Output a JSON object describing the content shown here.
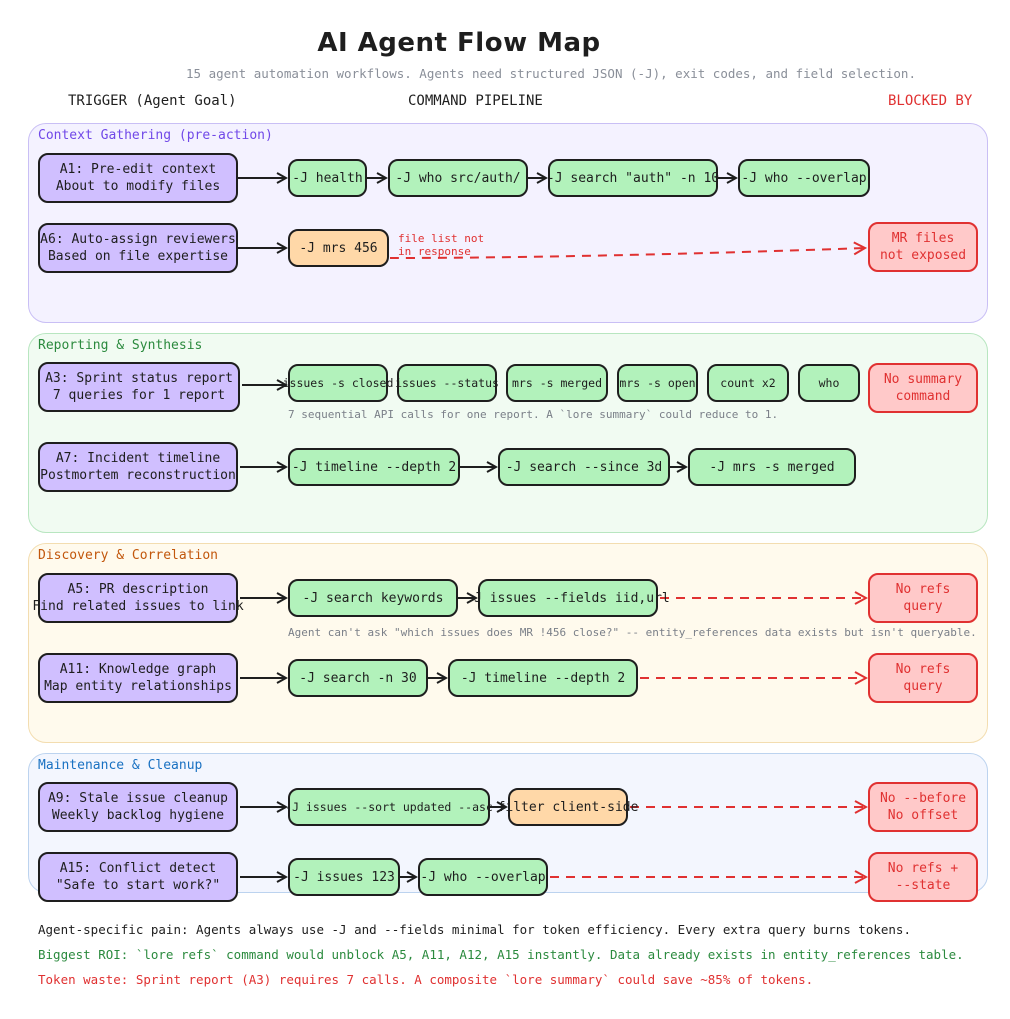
{
  "title": "AI Agent Flow Map",
  "subtitle": "15 agent automation workflows. Agents need structured JSON (-J), exit codes, and field selection.",
  "columns": {
    "trigger": "TRIGGER (Agent Goal)",
    "pipeline": "COMMAND PIPELINE",
    "blocked": "BLOCKED BY"
  },
  "colors": {
    "context": "#7048e8",
    "reporting": "#2b8a3e",
    "discovery": "#c2570c",
    "maintenance": "#1971c2",
    "blocked": "#e03131"
  },
  "sections": {
    "context": {
      "label": "Context Gathering (pre-action)"
    },
    "reporting": {
      "label": "Reporting & Synthesis"
    },
    "discovery": {
      "label": "Discovery & Correlation"
    },
    "maintenance": {
      "label": "Maintenance & Cleanup"
    }
  },
  "flows": {
    "a1": {
      "line1": "A1: Pre-edit context",
      "line2": "About to modify files",
      "cmds": [
        "-J health",
        "-J who src/auth/",
        "-J search \"auth\" -n 10",
        "-J who --overlap"
      ]
    },
    "a6": {
      "line1": "A6: Auto-assign reviewers",
      "line2": "Based on file expertise",
      "cmds": [
        "-J mrs 456"
      ],
      "edge_label1": "file list not",
      "edge_label2": "in response",
      "blocked1": "MR files",
      "blocked2": "not exposed"
    },
    "a3": {
      "line1": "A3: Sprint status report",
      "line2": "7 queries for 1 report",
      "cmds": [
        "issues -s closed",
        "issues --status",
        "mrs -s merged",
        "mrs -s open",
        "count x2",
        "who"
      ],
      "blocked1": "No summary",
      "blocked2": "command",
      "note": "7 sequential API calls for one report. A `lore summary` could reduce to 1."
    },
    "a7": {
      "line1": "A7: Incident timeline",
      "line2": "Postmortem reconstruction",
      "cmds": [
        "-J timeline --depth 2",
        "-J search --since 3d",
        "-J mrs -s merged"
      ]
    },
    "a5": {
      "line1": "A5: PR description",
      "line2": "Find related issues to link",
      "cmds": [
        "-J search keywords",
        "-J issues --fields iid,url"
      ],
      "blocked1": "No refs",
      "blocked2": "query",
      "note": "Agent can't ask \"which issues does MR !456 close?\" -- entity_references data exists but isn't queryable."
    },
    "a11": {
      "line1": "A11: Knowledge graph",
      "line2": "Map entity relationships",
      "cmds": [
        "-J search -n 30",
        "-J timeline --depth 2"
      ],
      "blocked1": "No refs",
      "blocked2": "query"
    },
    "a9": {
      "line1": "A9: Stale issue cleanup",
      "line2": "Weekly backlog hygiene",
      "cmds": [
        "-J issues --sort updated --asc",
        "filter client-side"
      ],
      "blocked1": "No --before",
      "blocked2": "No offset"
    },
    "a15": {
      "line1": "A15: Conflict detect",
      "line2": "\"Safe to start work?\"",
      "cmds": [
        "-J issues 123",
        "-J who --overlap"
      ],
      "blocked1": "No refs +",
      "blocked2": "--state"
    }
  },
  "footer": {
    "line1": "Agent-specific pain: Agents always use -J and --fields minimal for token efficiency. Every extra query burns tokens.",
    "line2": "Biggest ROI: `lore refs` command would unblock A5, A11, A12, A15 instantly. Data already exists in entity_references table.",
    "line3": "Token waste: Sprint report (A3) requires 7 calls. A composite `lore summary` could save ~85% of tokens."
  }
}
